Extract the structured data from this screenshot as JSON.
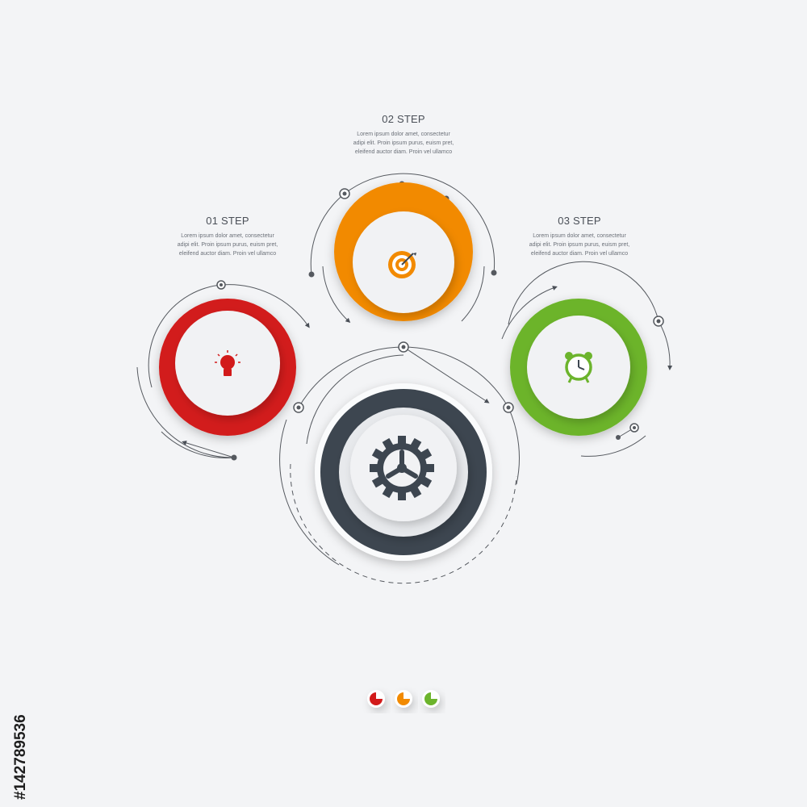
{
  "steps": [
    {
      "title": "01 STEP",
      "text": [
        "Lorem ipsum dolor amet, consectetur",
        "adipi elit. Proin ipsum purus, euism pret,",
        "eleifend auctor diam. Proin vel ullamco"
      ],
      "color": "#d21a1a",
      "icon": "lightbulb-icon"
    },
    {
      "title": "02 STEP",
      "text": [
        "Lorem ipsum dolor amet, consectetur",
        "adipi elit. Proin ipsum purus, euism pret,",
        "eleifend auctor diam. Proin vel ullamco"
      ],
      "color": "#f28a00",
      "icon": "target-icon"
    },
    {
      "title": "03 STEP",
      "text": [
        "Lorem ipsum dolor amet, consectetur",
        "adipi elit. Proin ipsum purus, euism pret,",
        "eleifend auctor diam. Proin vel ullamco"
      ],
      "color": "#6cb42c",
      "icon": "alarm-clock-icon"
    }
  ],
  "center": {
    "color": "#3d4650",
    "icon": "gear-icon"
  },
  "palette": [
    "#d21a1a",
    "#f28a00",
    "#6cb42c"
  ],
  "stock_id": "#142789536"
}
